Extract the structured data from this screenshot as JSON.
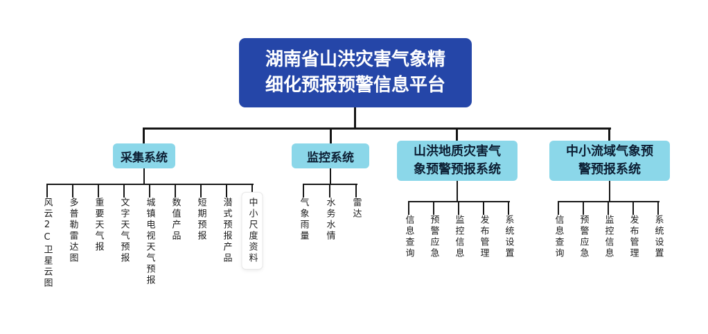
{
  "root": {
    "title": "湖南省山洪灾害气象精细化预报预警信息平台"
  },
  "branches": [
    {
      "label": "采集系统",
      "children": [
        "风云2C卫星云图",
        "多普勒雷达图",
        "重要天气报",
        "文字天气预报",
        "城镇电视天气预报",
        "数值产品",
        "短期预报",
        "潜式预报产品",
        "中小尺度资料"
      ]
    },
    {
      "label": "监控系统",
      "children": [
        "气象雨量",
        "水务水情",
        "雷达"
      ]
    },
    {
      "label": "山洪地质灾害气象预警预报系统",
      "children": [
        "信息查询",
        "预警应急",
        "监控信息",
        "发布管理",
        "系统设置"
      ]
    },
    {
      "label": "中小流域气象预警预报系统",
      "children": [
        "信息查询",
        "预警应急",
        "监控信息",
        "发布管理",
        "系统设置"
      ]
    }
  ],
  "selected_node": "中小尺度资料",
  "colors": {
    "root_bg": "#2546a8",
    "branch_bg": "#8bd7e9",
    "line": "#151515",
    "highlight_bg": "#ffffff"
  }
}
